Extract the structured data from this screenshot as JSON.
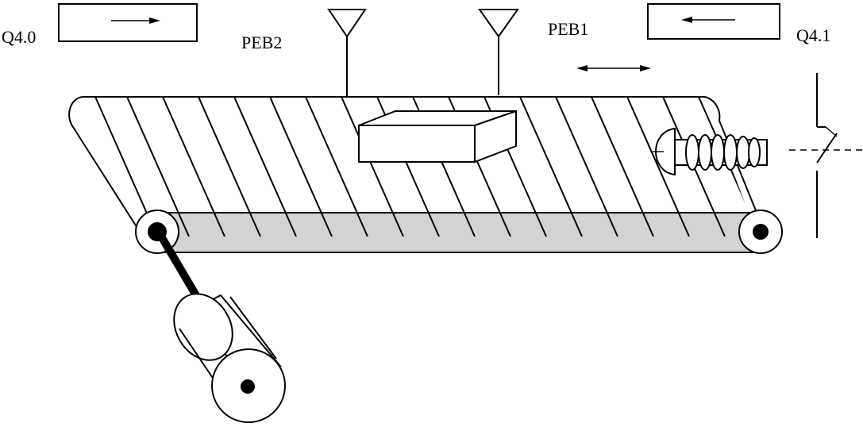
{
  "labels": {
    "q40": "Q4.0",
    "q41": "Q4.1",
    "peb1": "PEB1",
    "peb2": "PEB2"
  },
  "components": {
    "indicator_left_arrow": "right-arrow",
    "indicator_right_arrow": "left-arrow",
    "travel_arrow": "double-arrow",
    "sensors": [
      "PEB2",
      "PEB1"
    ],
    "belt_fill": "#d3d3d3",
    "line_color": "#000000"
  }
}
